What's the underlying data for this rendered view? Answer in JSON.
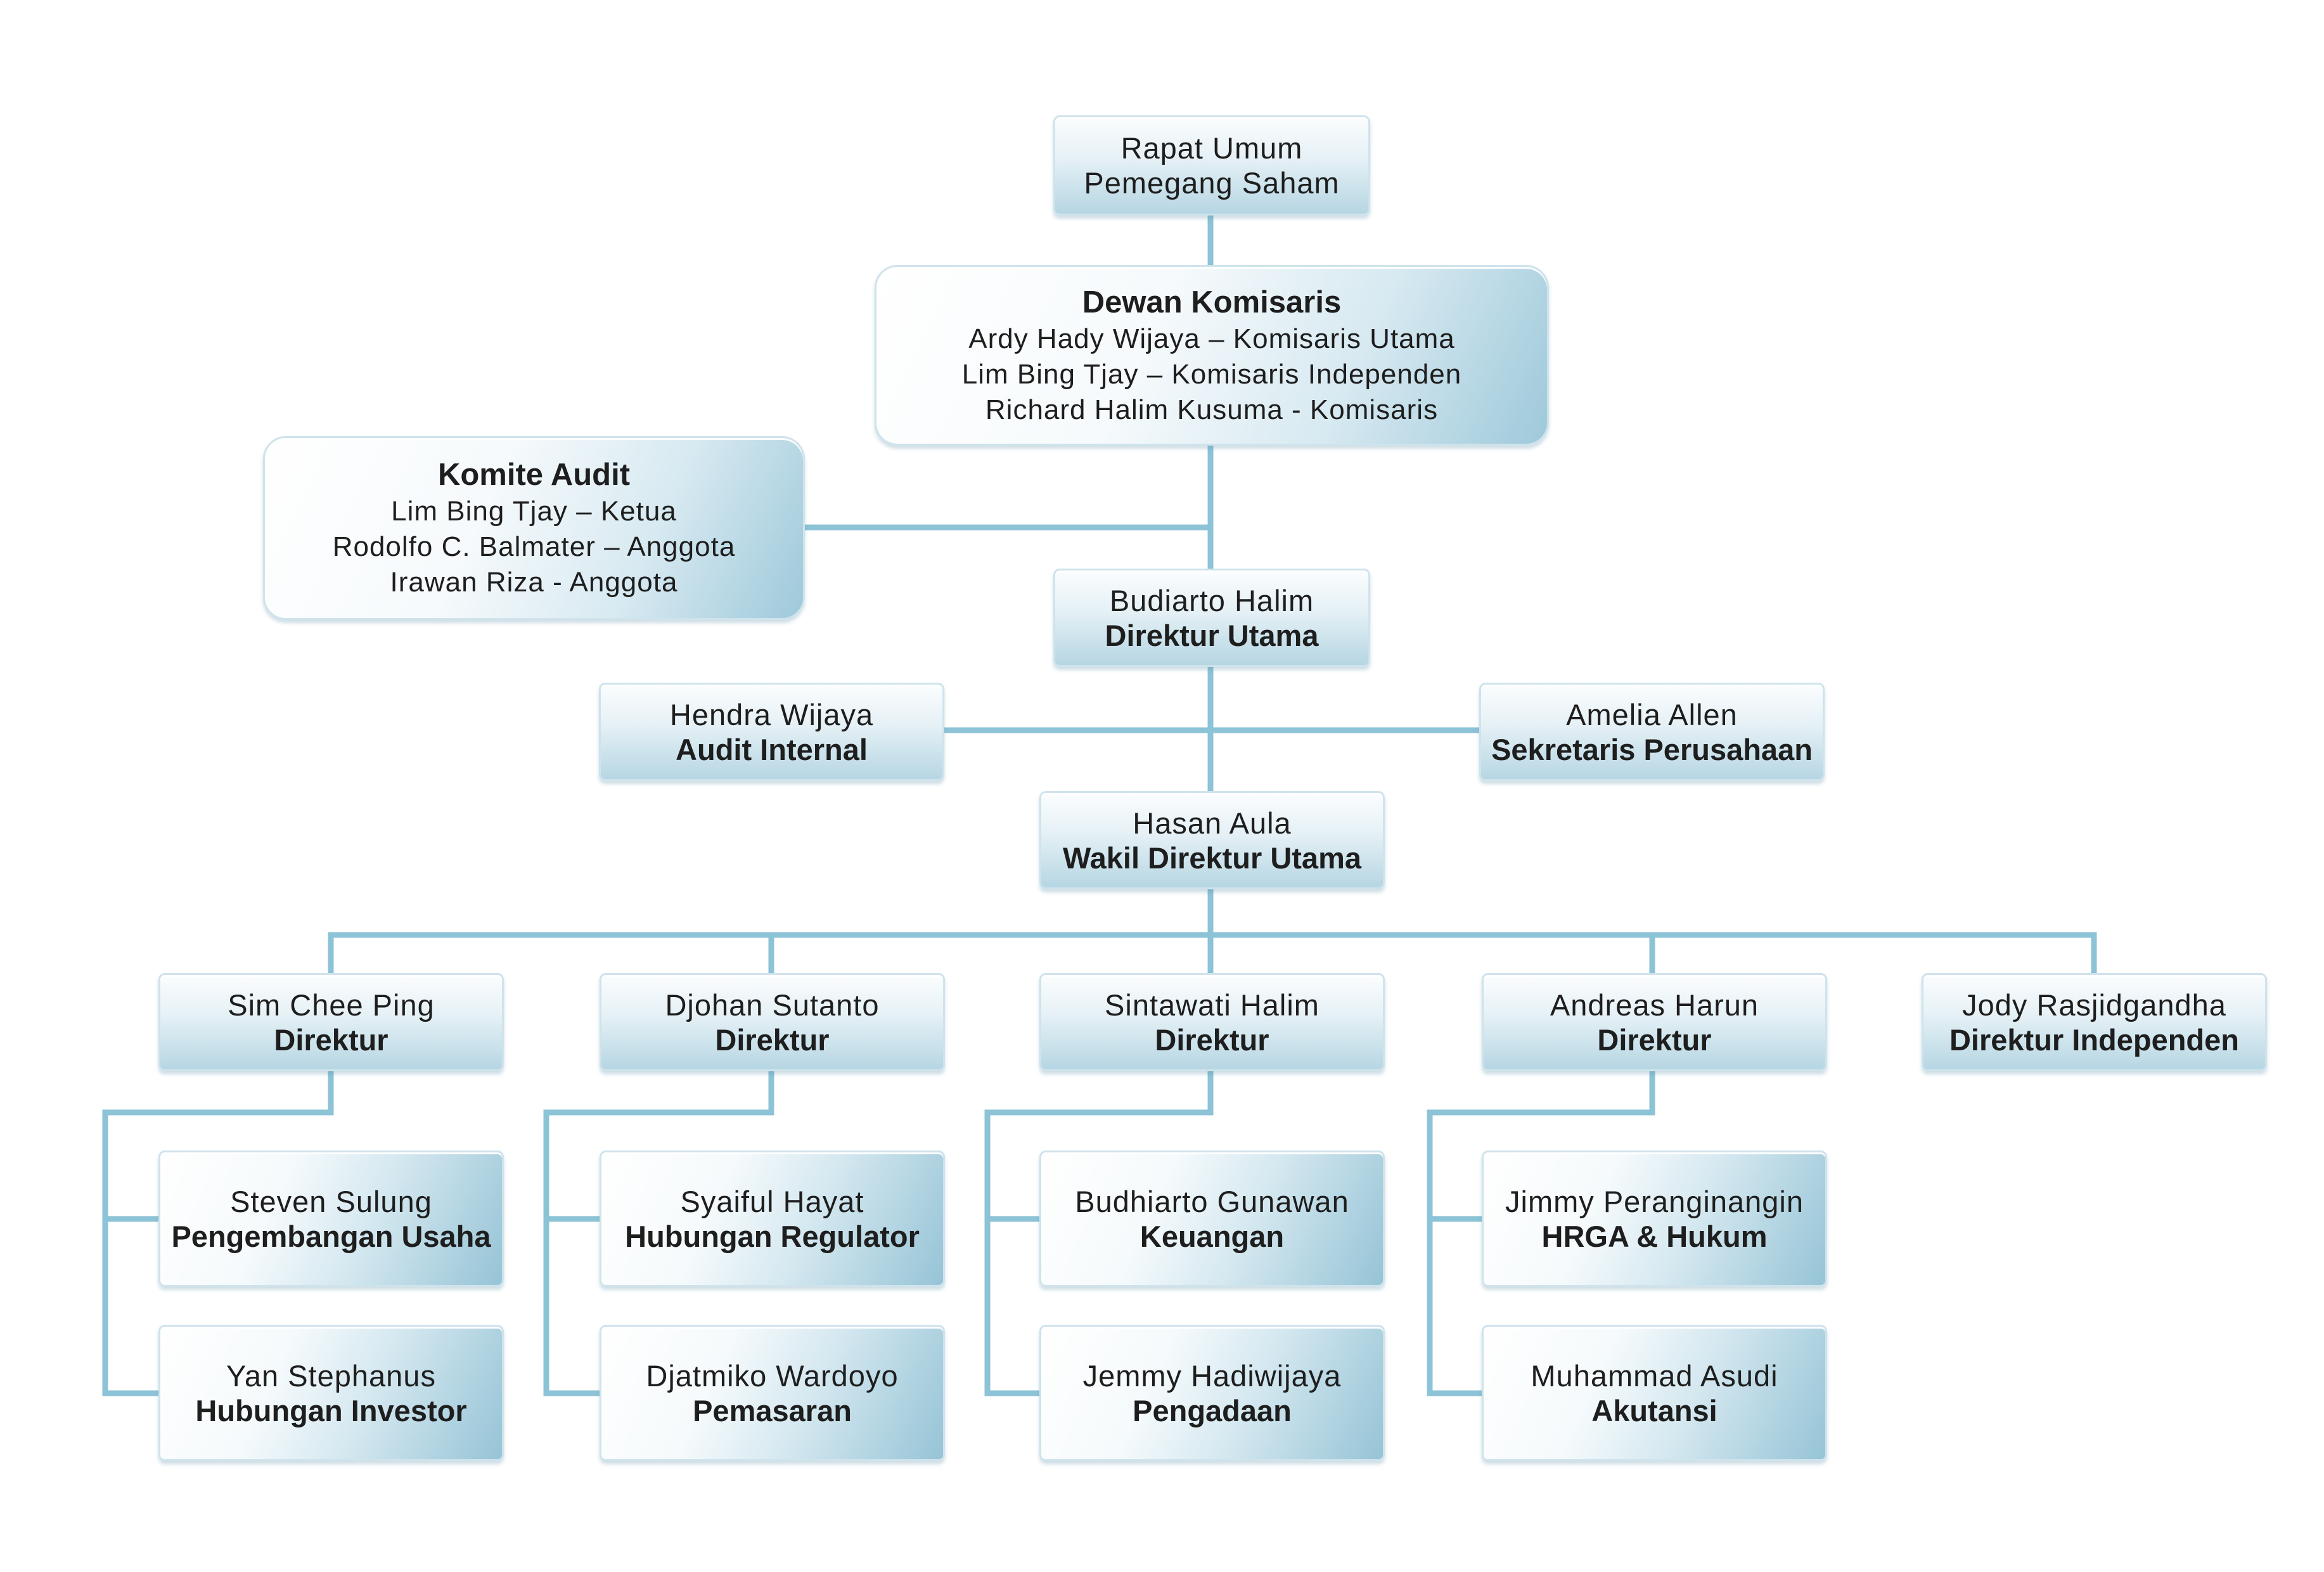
{
  "colors": {
    "connector": "#8cc3d6",
    "box_border": "#cfe3ec"
  },
  "rups": {
    "line1": "Rapat Umum",
    "line2": "Pemegang Saham"
  },
  "dewan_komisaris": {
    "title": "Dewan Komisaris",
    "members": [
      "Ardy Hady Wijaya – Komisaris Utama",
      "Lim Bing Tjay – Komisaris Independen",
      "Richard Halim Kusuma - Komisaris"
    ]
  },
  "komite_audit": {
    "title": "Komite Audit",
    "members": [
      "Lim Bing Tjay – Ketua",
      "Rodolfo C. Balmater – Anggota",
      "Irawan Riza - Anggota"
    ]
  },
  "direktur_utama": {
    "name": "Budiarto Halim",
    "role": "Direktur Utama"
  },
  "audit_internal": {
    "name": "Hendra Wijaya",
    "role": "Audit Internal"
  },
  "sekretaris": {
    "name": "Amelia Allen",
    "role": "Sekretaris Perusahaan"
  },
  "wakil": {
    "name": "Hasan Aula",
    "role": "Wakil Direktur Utama"
  },
  "direktur": [
    {
      "name": "Sim Chee Ping",
      "role": "Direktur"
    },
    {
      "name": "Djohan Sutanto",
      "role": "Direktur"
    },
    {
      "name": "Sintawati Halim",
      "role": "Direktur"
    },
    {
      "name": "Andreas Harun",
      "role": "Direktur"
    },
    {
      "name": "Jody Rasjidgandha",
      "role": "Direktur Independen"
    }
  ],
  "departments": [
    [
      {
        "name": "Steven Sulung",
        "role": "Pengembangan Usaha"
      },
      {
        "name": "Yan Stephanus",
        "role": "Hubungan Investor"
      }
    ],
    [
      {
        "name": "Syaiful Hayat",
        "role": "Hubungan Regulator"
      },
      {
        "name": "Djatmiko Wardoyo",
        "role": "Pemasaran"
      }
    ],
    [
      {
        "name": "Budhiarto Gunawan",
        "role": "Keuangan"
      },
      {
        "name": "Jemmy Hadiwijaya",
        "role": "Pengadaan"
      }
    ],
    [
      {
        "name": "Jimmy Peranginangin",
        "role": "HRGA & Hukum"
      },
      {
        "name": "Muhammad Asudi",
        "role": "Akutansi"
      }
    ]
  ]
}
